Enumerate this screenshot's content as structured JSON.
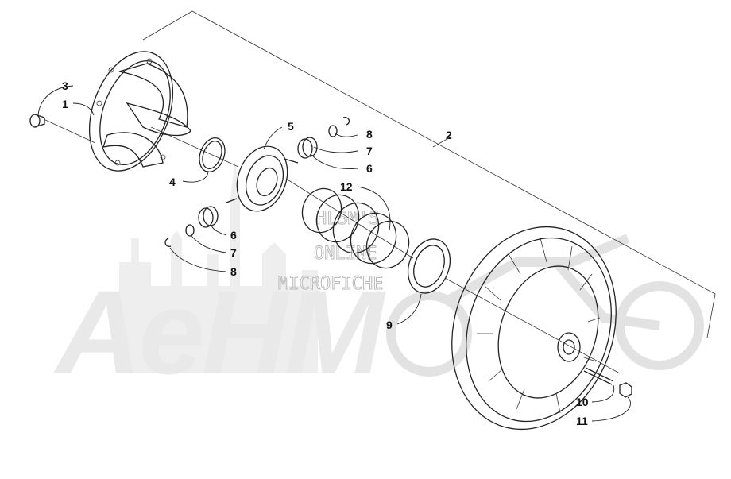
{
  "watermark": {
    "brand_text": "AeHM",
    "line1": "HLSM'S",
    "line2": "ONLINE",
    "line3": "MICROFICHE"
  },
  "callouts": [
    {
      "id": "c1",
      "text": "1"
    },
    {
      "id": "c2",
      "text": "2"
    },
    {
      "id": "c3",
      "text": "3"
    },
    {
      "id": "c4",
      "text": "4"
    },
    {
      "id": "c5",
      "text": "5"
    },
    {
      "id": "c6a",
      "text": "6"
    },
    {
      "id": "c6b",
      "text": "6"
    },
    {
      "id": "c7a",
      "text": "7"
    },
    {
      "id": "c7b",
      "text": "7"
    },
    {
      "id": "c8a",
      "text": "8"
    },
    {
      "id": "c8b",
      "text": "8"
    },
    {
      "id": "c9",
      "text": "9"
    },
    {
      "id": "c10",
      "text": "10"
    },
    {
      "id": "c11",
      "text": "11"
    },
    {
      "id": "c12",
      "text": "12"
    }
  ]
}
